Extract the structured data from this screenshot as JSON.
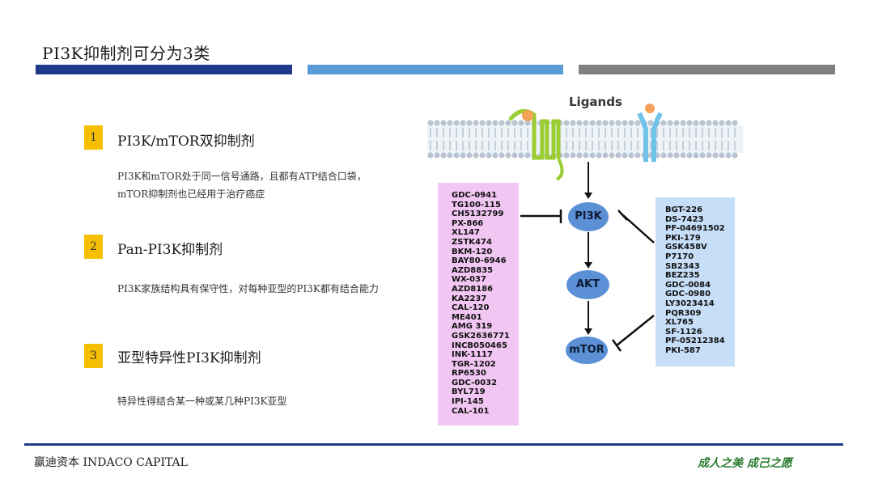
{
  "header": {
    "title": "PI3K抑制剂可分为3类"
  },
  "items": [
    {
      "num": "1",
      "title": "PI3K/mTOR双抑制剂",
      "desc": "PI3K和mTOR处于同一信号通路，且都有ATP结合口袋，mTOR抑制剂也已经用于治疗癌症"
    },
    {
      "num": "2",
      "title": "Pan-PI3K抑制剂",
      "desc": "PI3K家族结构具有保守性，对每种亚型的PI3K都有结合能力"
    },
    {
      "num": "3",
      "title": "亚型特异性PI3K抑制剂",
      "desc": "特异性得结合某一种或某几种PI3K亚型"
    }
  ],
  "diagram": {
    "ligands_label": "Ligands",
    "nodes": {
      "pi3k": "PI3K",
      "akt": "AKT",
      "mtor": "mTOR"
    },
    "left_drugs": [
      "GDC-0941",
      "TG100-115",
      "CH5132799",
      "PX-866",
      "XL147",
      "ZSTK474",
      "BKM-120",
      "BAY80-6946",
      "AZD8835",
      "WX-037",
      "AZD8186",
      "KA2237",
      "CAL-120",
      "ME401",
      "AMG 319",
      "GSK2636771",
      "INCB050465",
      "INK-1117",
      "TGR-1202",
      "RP6530",
      "GDC-0032",
      "BYL719",
      "IPI-145",
      "CAL-101"
    ],
    "right_drugs": [
      "BGT-226",
      "DS-7423",
      "PF-04691502",
      "PKI-179",
      "GSK458V",
      "P7170",
      "SB2343",
      "BEZ235",
      "GDC-0084",
      "GDC-0980",
      "LY3023414",
      "PQR309",
      "XL765",
      "SF-1126",
      "PF-05212384",
      "PKI-587"
    ]
  },
  "footer": {
    "left": "赢迪资本 INDACO CAPITAL",
    "right": "成人之美 成己之愿"
  }
}
